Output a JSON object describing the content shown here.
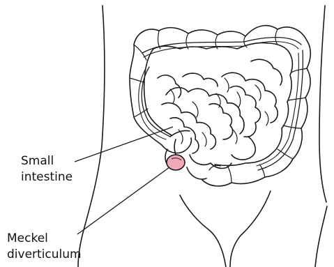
{
  "labels": {
    "small_intestine": {
      "line1": "Small",
      "line2": "intestine"
    },
    "meckel": {
      "line1": "Meckel",
      "line2": "diverticulum"
    }
  },
  "colors": {
    "outline": "#1a1a1a",
    "diverticulum": "#f2a8b8",
    "background": "#ffffff"
  }
}
